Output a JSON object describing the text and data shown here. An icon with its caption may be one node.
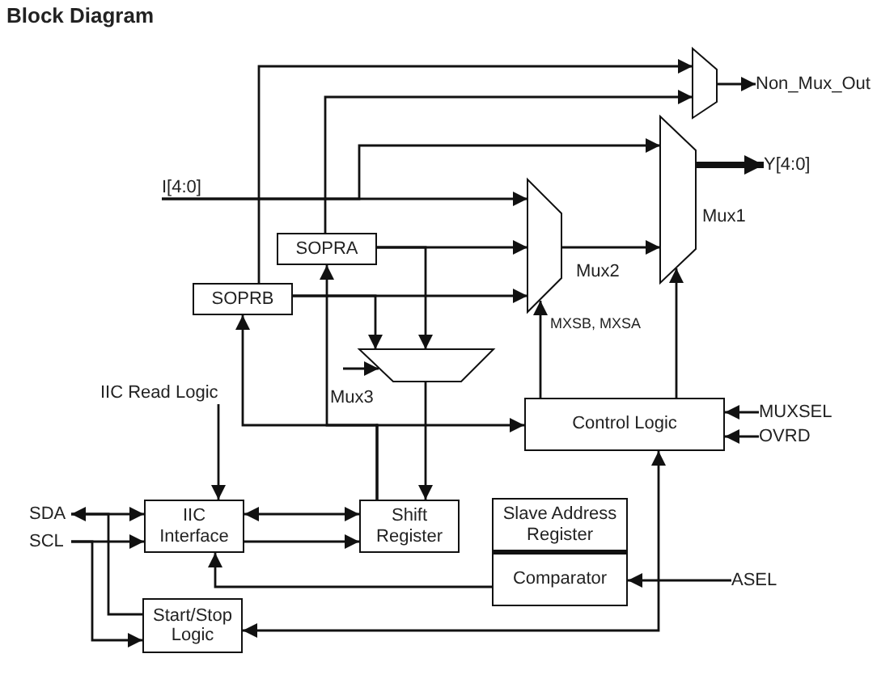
{
  "diagram": {
    "title": "Block Diagram",
    "nodes": [
      {
        "text": [],
        "shape": "trapezoid"
      },
      {
        "text": [
          "Non_Mux_Out"
        ]
      },
      {
        "text": [],
        "shape": "trapezoid",
        "beside": [
          "Mux1"
        ]
      },
      {
        "text": [
          "Y[4:0]"
        ]
      },
      {
        "text": [
          "I[4:0]"
        ]
      },
      {
        "text": [
          "SOPRA"
        ]
      },
      {
        "text": [],
        "shape": "trapezoid",
        "beside": [
          "Mux2"
        ]
      },
      {
        "text": [
          "SOPRB"
        ]
      },
      {
        "text": [],
        "shape": "trapezoid",
        "beside": [
          "Mux3"
        ]
      },
      {
        "text": [
          "IIC Read Logic"
        ]
      },
      {
        "text": [
          "Control Logic"
        ]
      },
      {
        "text": [
          "MUXSEL"
        ]
      },
      {
        "text": [
          "OVRD"
        ]
      },
      {
        "text": [
          "SDA"
        ]
      },
      {
        "text": [
          "SCL"
        ]
      },
      {
        "text": [
          "IIC Interface"
        ]
      },
      {
        "text": [
          "Shift Register"
        ]
      },
      {
        "text": [
          "Slave Address Register"
        ]
      },
      {
        "text": [
          "Comparator"
        ]
      },
      {
        "text": [
          "ASEL"
        ]
      },
      {
        "text": [
          "Start/Stop Logic"
        ]
      }
    ],
    "edges": [
      {
        "from": 7,
        "to": 0,
        "arrow": "to"
      },
      {
        "from": 5,
        "to": 0,
        "arrow": "to"
      },
      {
        "from": 0,
        "to": 1,
        "arrow": "to"
      },
      {
        "from": 4,
        "to": 6,
        "arrow": "to"
      },
      {
        "from": 4,
        "to": 2,
        "arrow": "to"
      },
      {
        "from": 5,
        "to": 6,
        "arrow": "to"
      },
      {
        "from": 7,
        "to": 6,
        "arrow": "to"
      },
      {
        "from": 5,
        "to": 8,
        "arrow": "to"
      },
      {
        "from": 7,
        "to": 8,
        "arrow": "to"
      },
      {
        "from": null,
        "to": 8,
        "arrow": "to"
      },
      {
        "from": 6,
        "to": 2,
        "arrow": "to"
      },
      {
        "from": 2,
        "to": 3,
        "arrow": "to",
        "style": "thick"
      },
      {
        "from": 10,
        "to": 6,
        "arrow": "to",
        "label": "MXSB, MXSA"
      },
      {
        "from": 10,
        "to": 2,
        "arrow": "to"
      },
      {
        "from": 11,
        "to": 10,
        "arrow": "to"
      },
      {
        "from": 12,
        "to": 10,
        "arrow": "to"
      },
      {
        "from": 8,
        "to": 16,
        "arrow": "to"
      },
      {
        "from": 16,
        "to": 7,
        "arrow": "to"
      },
      {
        "from": 16,
        "to": 5,
        "arrow": "to"
      },
      {
        "from": 16,
        "to": 10,
        "arrow": "to"
      },
      {
        "from": 9,
        "to": 15,
        "arrow": "to"
      },
      {
        "from": 13,
        "to": 15,
        "arrow": "both"
      },
      {
        "from": 14,
        "to": 15,
        "arrow": "to"
      },
      {
        "from": 15,
        "to": 16,
        "arrow": "both"
      },
      {
        "from": 15,
        "to": 16,
        "arrow": "to"
      },
      {
        "from": 18,
        "to": 15,
        "arrow": "to"
      },
      {
        "from": 19,
        "to": 18,
        "arrow": "to"
      },
      {
        "from": 10,
        "to": 20,
        "arrow": "both"
      },
      {
        "from": 13,
        "to": 20,
        "arrow": "none"
      },
      {
        "from": 14,
        "to": 20,
        "arrow": "to"
      }
    ]
  }
}
